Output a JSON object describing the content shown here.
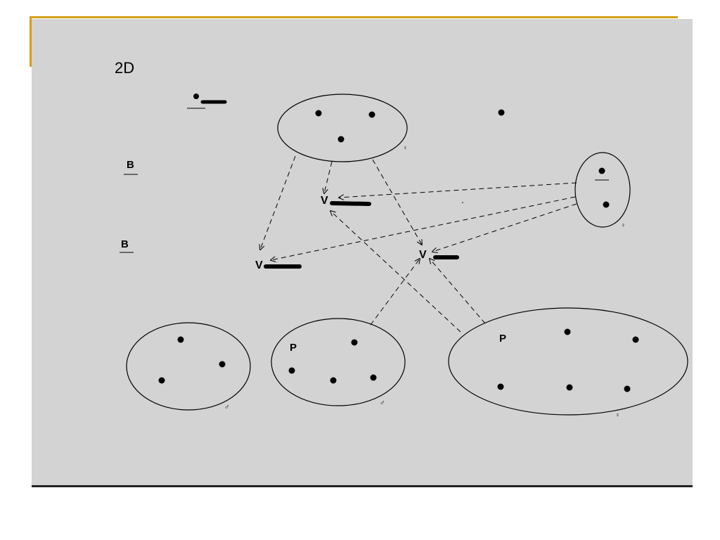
{
  "slide": {
    "title": "2D",
    "label_b": "B",
    "label_v": "V",
    "label_p": "P",
    "colors": {
      "accent_bar": "#d4a017",
      "background": "#d3d3d3",
      "ink": "#000000"
    }
  }
}
